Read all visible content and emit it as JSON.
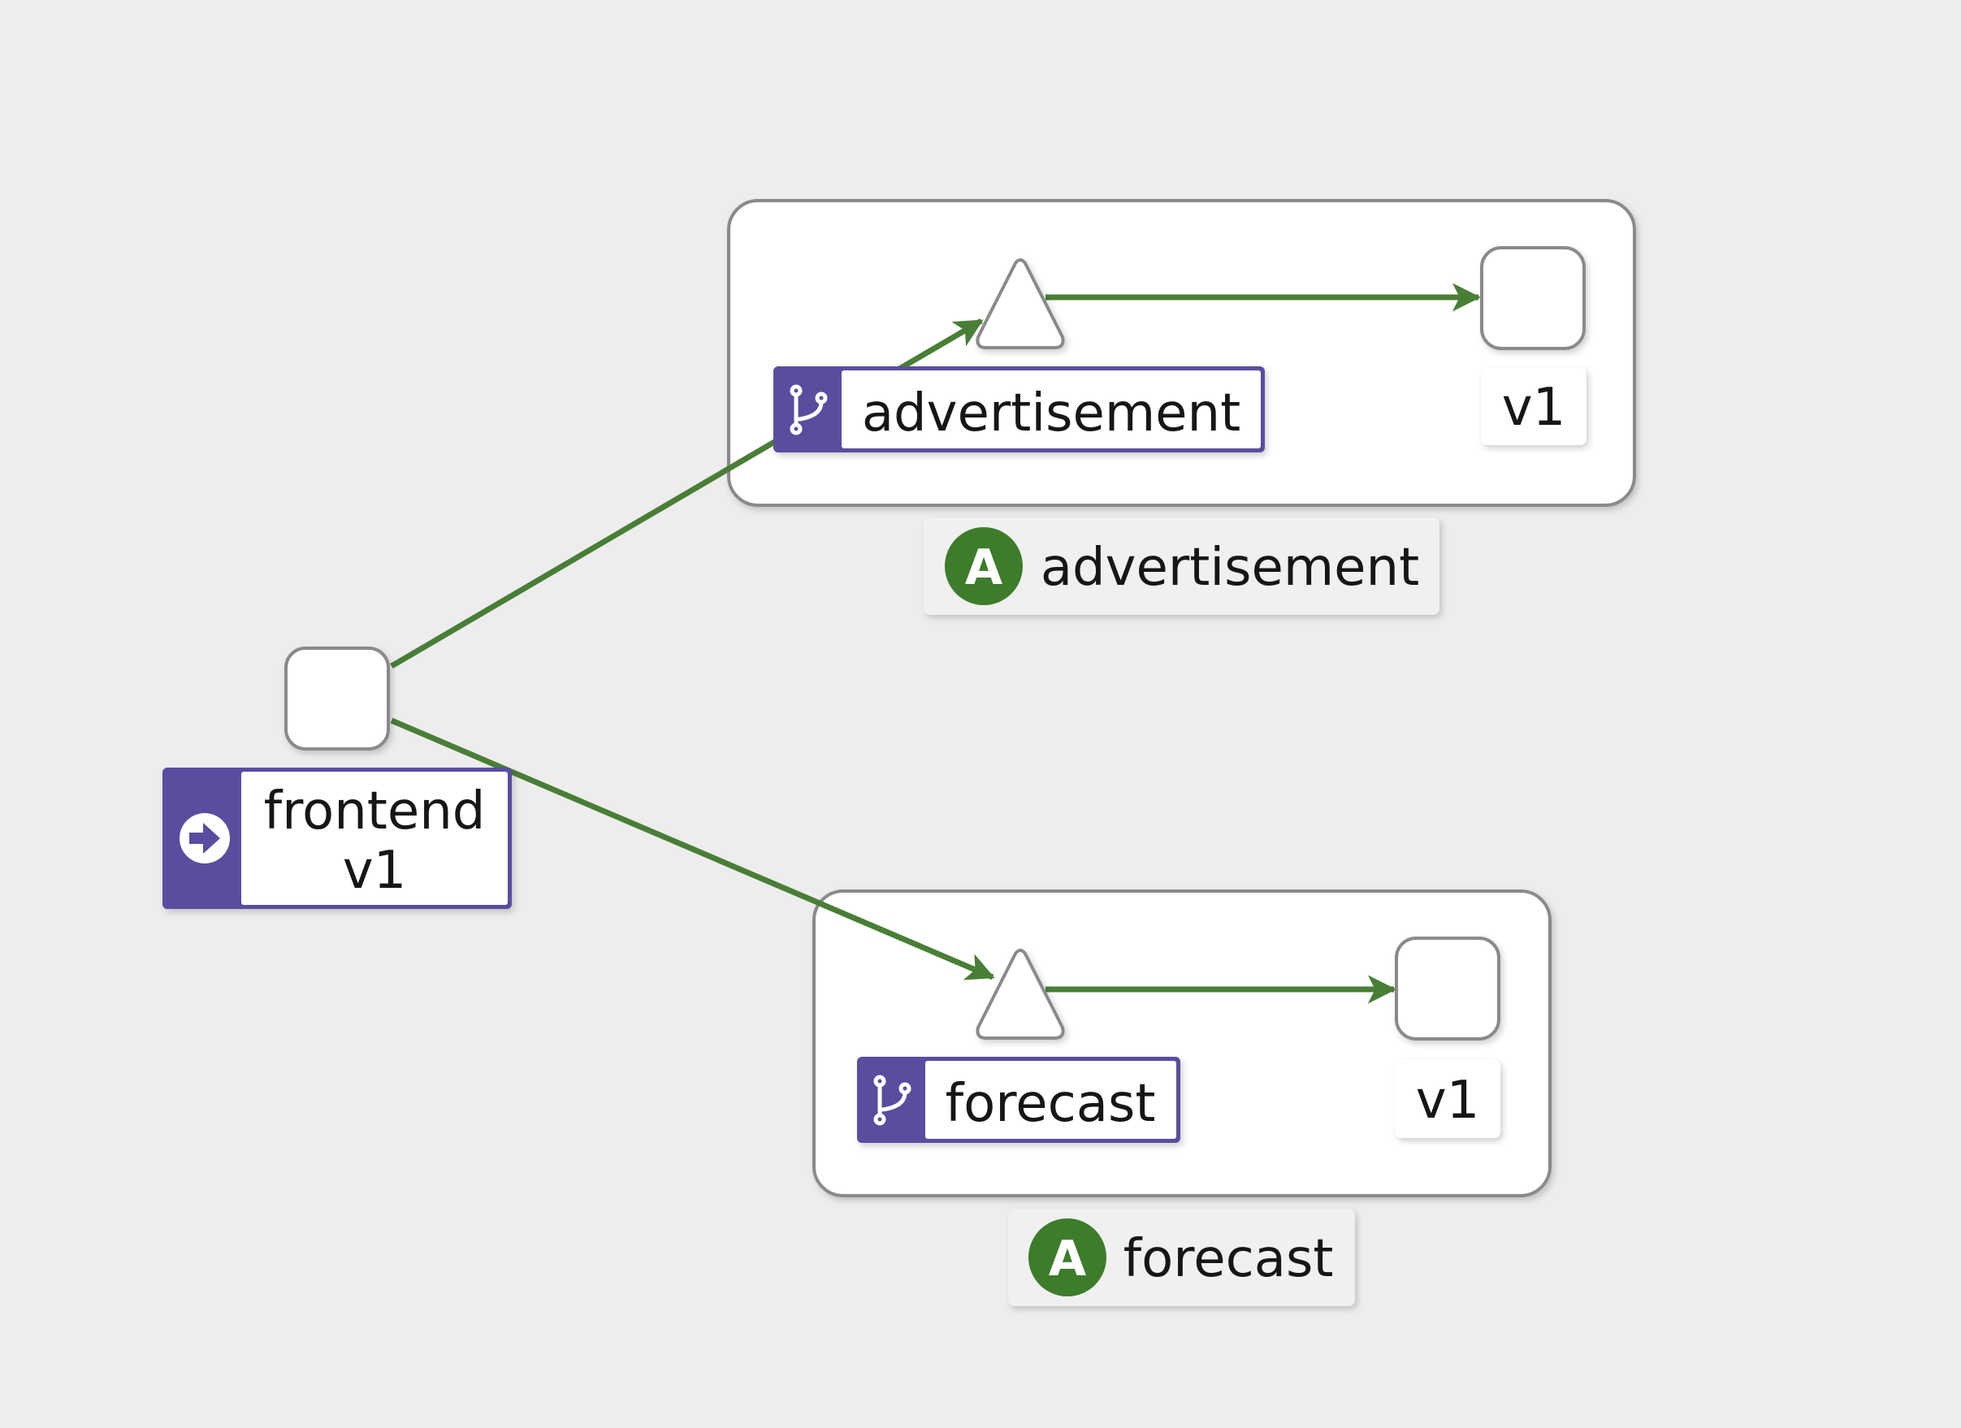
{
  "graph": {
    "edge_color": "#487e36",
    "badge_color": "#3e7b2b",
    "label_accent_color": "#5a4d9f",
    "node_border_color": "#8a8a8d",
    "nodes": {
      "frontend": {
        "name": "frontend",
        "version": "v1",
        "icon": "arrow-circle-right-icon"
      },
      "advertisement_service": {
        "label": "advertisement",
        "icon": "code-branch-icon"
      },
      "advertisement_workload": {
        "version": "v1"
      },
      "forecast_service": {
        "label": "forecast",
        "icon": "code-branch-icon"
      },
      "forecast_workload": {
        "version": "v1"
      }
    },
    "groups": {
      "advertisement": {
        "badge": "A",
        "label": "advertisement"
      },
      "forecast": {
        "badge": "A",
        "label": "forecast"
      }
    }
  }
}
